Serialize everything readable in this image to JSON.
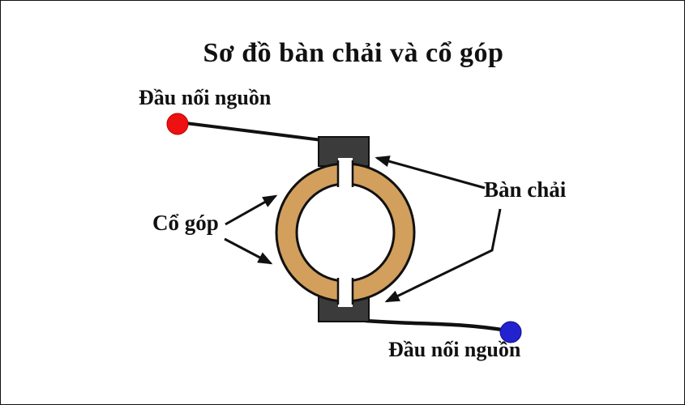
{
  "diagram": {
    "title": "Sơ đồ bàn chải và cổ góp",
    "labels": {
      "power_top": "Đầu nối nguồn",
      "power_bottom": "Đầu nối nguồn",
      "commutator": "Cổ góp",
      "brush": "Bàn chải"
    },
    "colors": {
      "commutator_ring": "#d29f5d",
      "brush": "#3b3b3b",
      "terminal_red": "#ee1111",
      "terminal_blue": "#2222ce",
      "line": "#111111",
      "background": "#ffffff"
    }
  }
}
